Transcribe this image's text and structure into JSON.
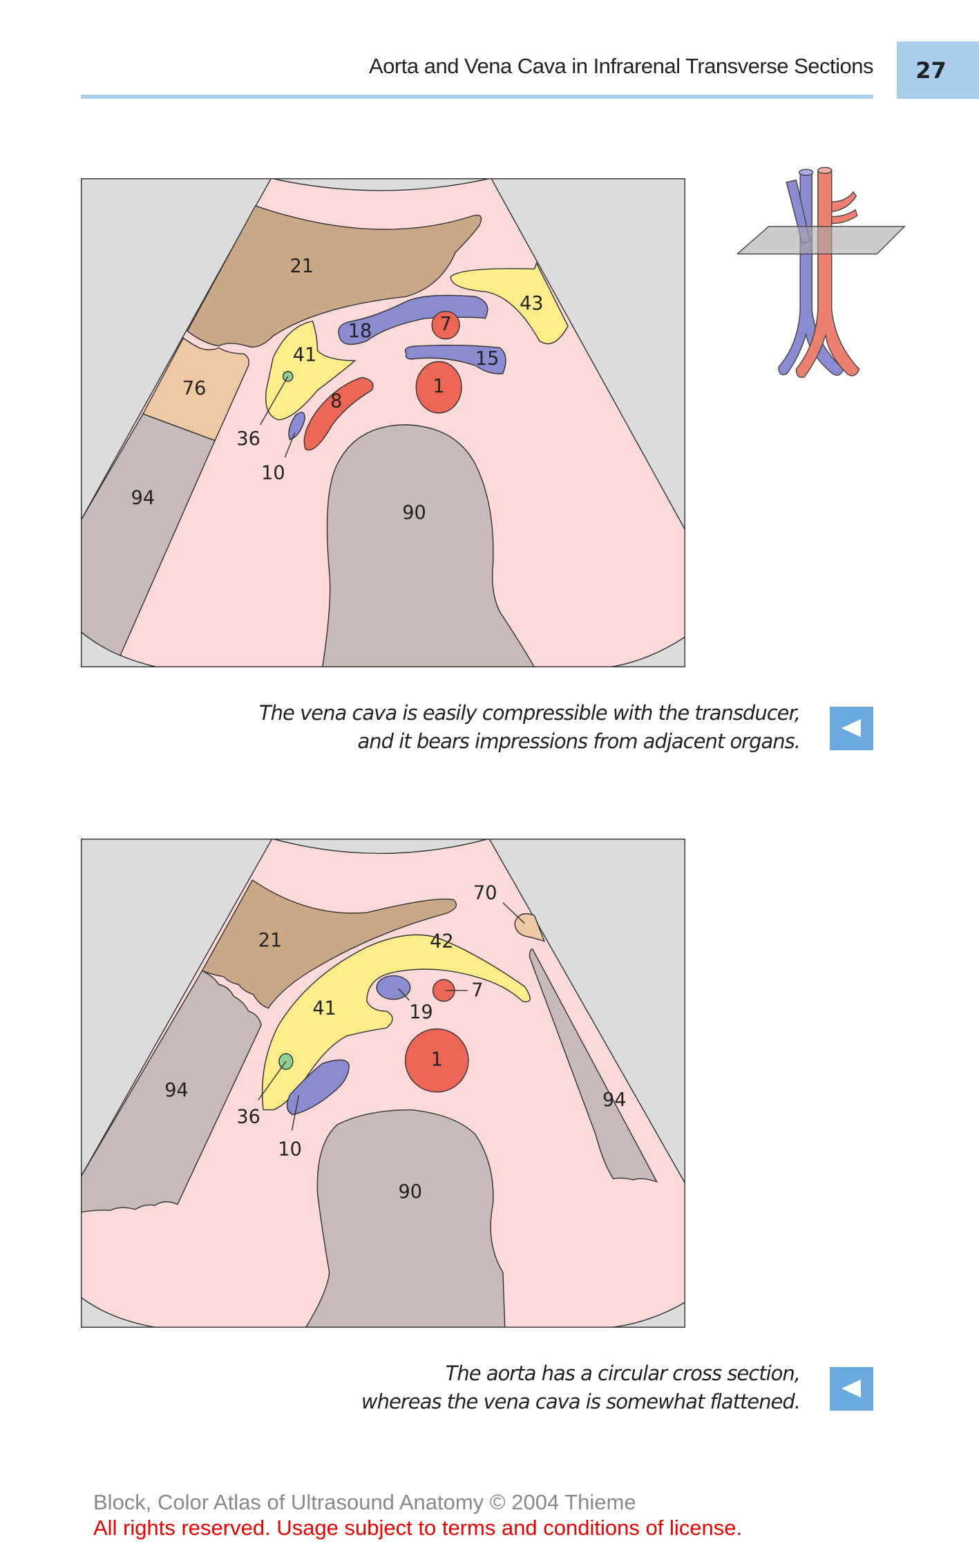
{
  "header": {
    "title": "Aorta and Vena Cava in Infrarenal Transverse Sections",
    "page_number": "27"
  },
  "figure1": {
    "labels": {
      "l21": "21",
      "l43": "43",
      "l18": "18",
      "l7": "7",
      "l15": "15",
      "l41": "41",
      "l1": "1",
      "l76": "76",
      "l8": "8",
      "l36": "36",
      "l10": "10",
      "l94": "94",
      "l90": "90"
    },
    "caption_line1": "The vena cava is easily compressible with the transducer,",
    "caption_line2": "and it bears impressions from adjacent organs."
  },
  "figure2": {
    "labels": {
      "l70": "70",
      "l21": "21",
      "l42": "42",
      "l41": "41",
      "l19": "19",
      "l7": "7",
      "l1": "1",
      "l36": "36",
      "l10": "10",
      "l94a": "94",
      "l94b": "94",
      "l90": "90"
    },
    "caption_line1": "The aorta has a circular cross section,",
    "caption_line2": "whereas the vena cava is somewhat flattened."
  },
  "footer": {
    "copyright": "Block, Color Atlas of Ultrasound Anatomy © 2004 Thieme",
    "license": "All rights reserved. Usage subject to terms and conditions of license."
  },
  "colors": {
    "vein": "#8a8bd0",
    "artery": "#ee6655",
    "fat": "#fdec8a",
    "liver": "#c9a887",
    "bone": "#c9baba",
    "tissue": "#fddada",
    "accent": "#a9cdec"
  }
}
